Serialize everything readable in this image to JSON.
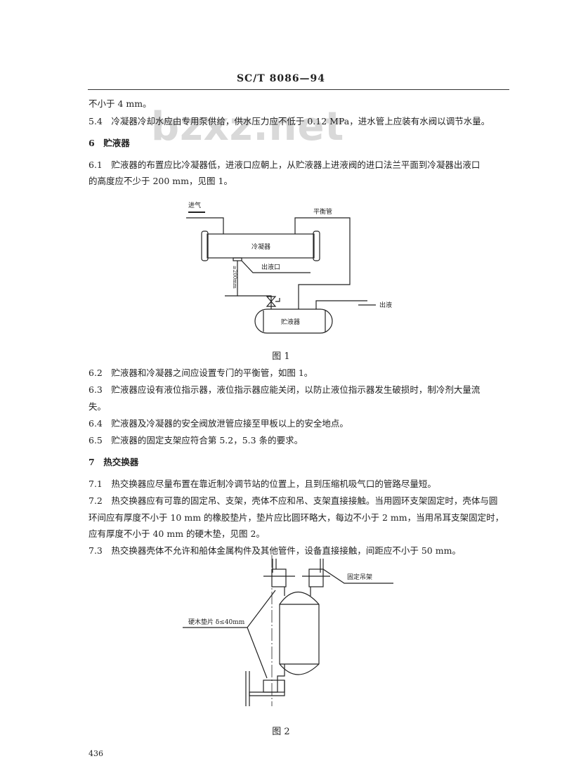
{
  "header": "SC/T 8086—94",
  "watermark": "bzxz.net",
  "lines": [
    "不小于 4 mm。",
    "5.4　冷凝器冷却水应由专用泵供给，供水压力应不低于 0.12 MPa，进水管上应装有水阀以调节水量。",
    "6　贮液器",
    "6.1　贮液器的布置应比冷凝器低，进液口应朝上，从贮液器上进液阀的进口法兰平面到冷凝器出液口",
    "的高度应不少于 200 mm，见图 1。",
    "6.2　贮液器和冷凝器之间应设置专门的平衡管，如图 1。",
    "6.3　贮液器应设有液位指示器，液位指示器应能关闭，以防止液位指示器发生破损时，制冷剂大量流",
    "失。",
    "6.4　贮液器及冷凝器的安全阀放泄管应接至甲板以上的安全地点。",
    "6.5　贮液器的固定支架应符合第 5.2，5.3 条的要求。",
    "7　热交换器",
    "7.1　热交换器应尽量布置在靠近制冷调节站的位置上，且到压缩机吸气口的管路尽量短。",
    "7.2　热交换器应有可靠的固定吊、支架，壳体不应和吊、支架直接接触。当用圆环支架固定时，壳体与圆",
    "环间应有厚度不小于 10 mm 的橡胶垫片，垫片应比圆环略大，每边不小于 2 mm，当用吊耳支架固定时，",
    "应有厚度不小于 40 mm 的硬木垫，见图 2。",
    "7.3　热交换器壳体不允许和船体金属构件及其他管件，设备直接接触，间距应不小于 50 mm。"
  ],
  "figure1": {
    "caption": "图 1",
    "inlet": "进气",
    "balance_pipe": "平衡管",
    "condenser": "冷凝器",
    "outlet_port": "出液口",
    "height_note": "≥200mm",
    "receiver": "贮液器",
    "liquid_out": "出液"
  },
  "figure2": {
    "caption": "图 2",
    "bracket": "固定吊架",
    "wood_pad": "硬木垫片 δ≤40mm"
  },
  "page_number": "436"
}
